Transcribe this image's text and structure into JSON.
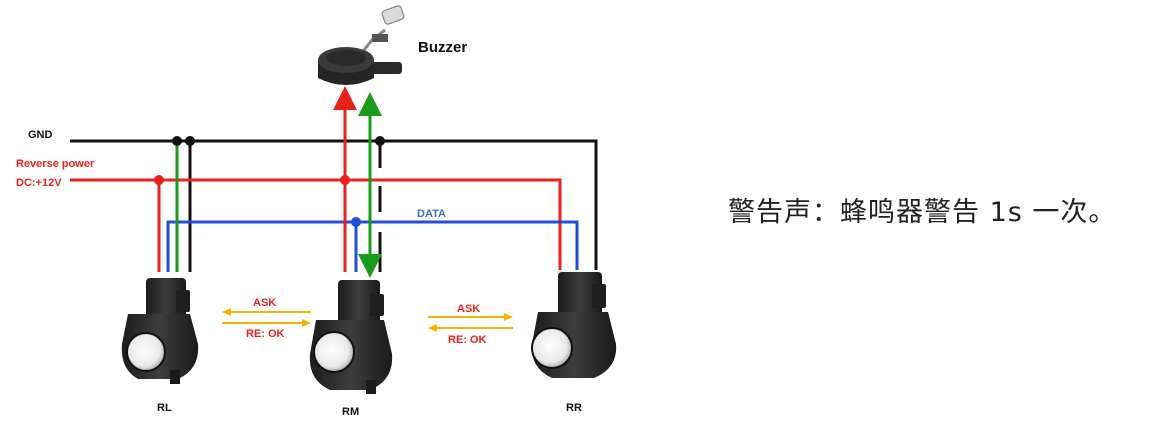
{
  "labels": {
    "buzzer": "Buzzer",
    "gnd": "GND",
    "reverse_power": "Reverse  power",
    "dc": "DC:+12V",
    "data": "DATA",
    "ask_left": "ASK",
    "re_ok_left": "RE: OK",
    "ask_right": "ASK",
    "re_ok_right": "RE: OK",
    "sensor_rl": "RL",
    "sensor_rm": "RM",
    "sensor_rr": "RR"
  },
  "note": "警告声：蜂鸣器警告 1s 一次。",
  "colors": {
    "gnd_wire": "#111111",
    "power_wire": "#e8211d",
    "data_wire": "#1f4fd6",
    "buzzer_wire": "#1a9a1a",
    "handshake_arrow": "#f5b400",
    "label_red": "#e8211d",
    "label_data": "#3a6fb0",
    "sensor_body": "#2b2b2b"
  }
}
